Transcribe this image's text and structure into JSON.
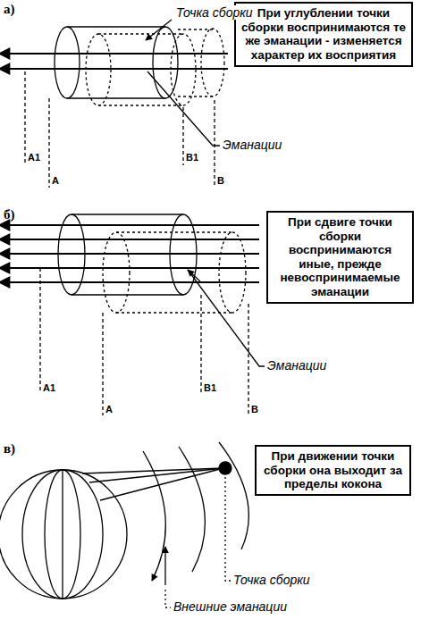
{
  "diagram": {
    "nodes": [
      {
        "text": [
          "При углублении точки сборки воспринимаются те же эманации - изменяется характер их восприятия"
        ]
      },
      {
        "text": [
          "При сдвиге точки сборки воспринимаются иные, прежде невоспринимаемые эманации"
        ]
      },
      {
        "text": [
          "При движении точки сборки она выходит за пределы кокона"
        ]
      }
    ],
    "labels": [
      "а)",
      "Точка сборки",
      "A1",
      "A",
      "B1",
      "B",
      "Эманации",
      "б)",
      "A1",
      "A",
      "B1",
      "B",
      "Эманации",
      "в)",
      "Точка сборки",
      "Внешние эманации"
    ]
  }
}
